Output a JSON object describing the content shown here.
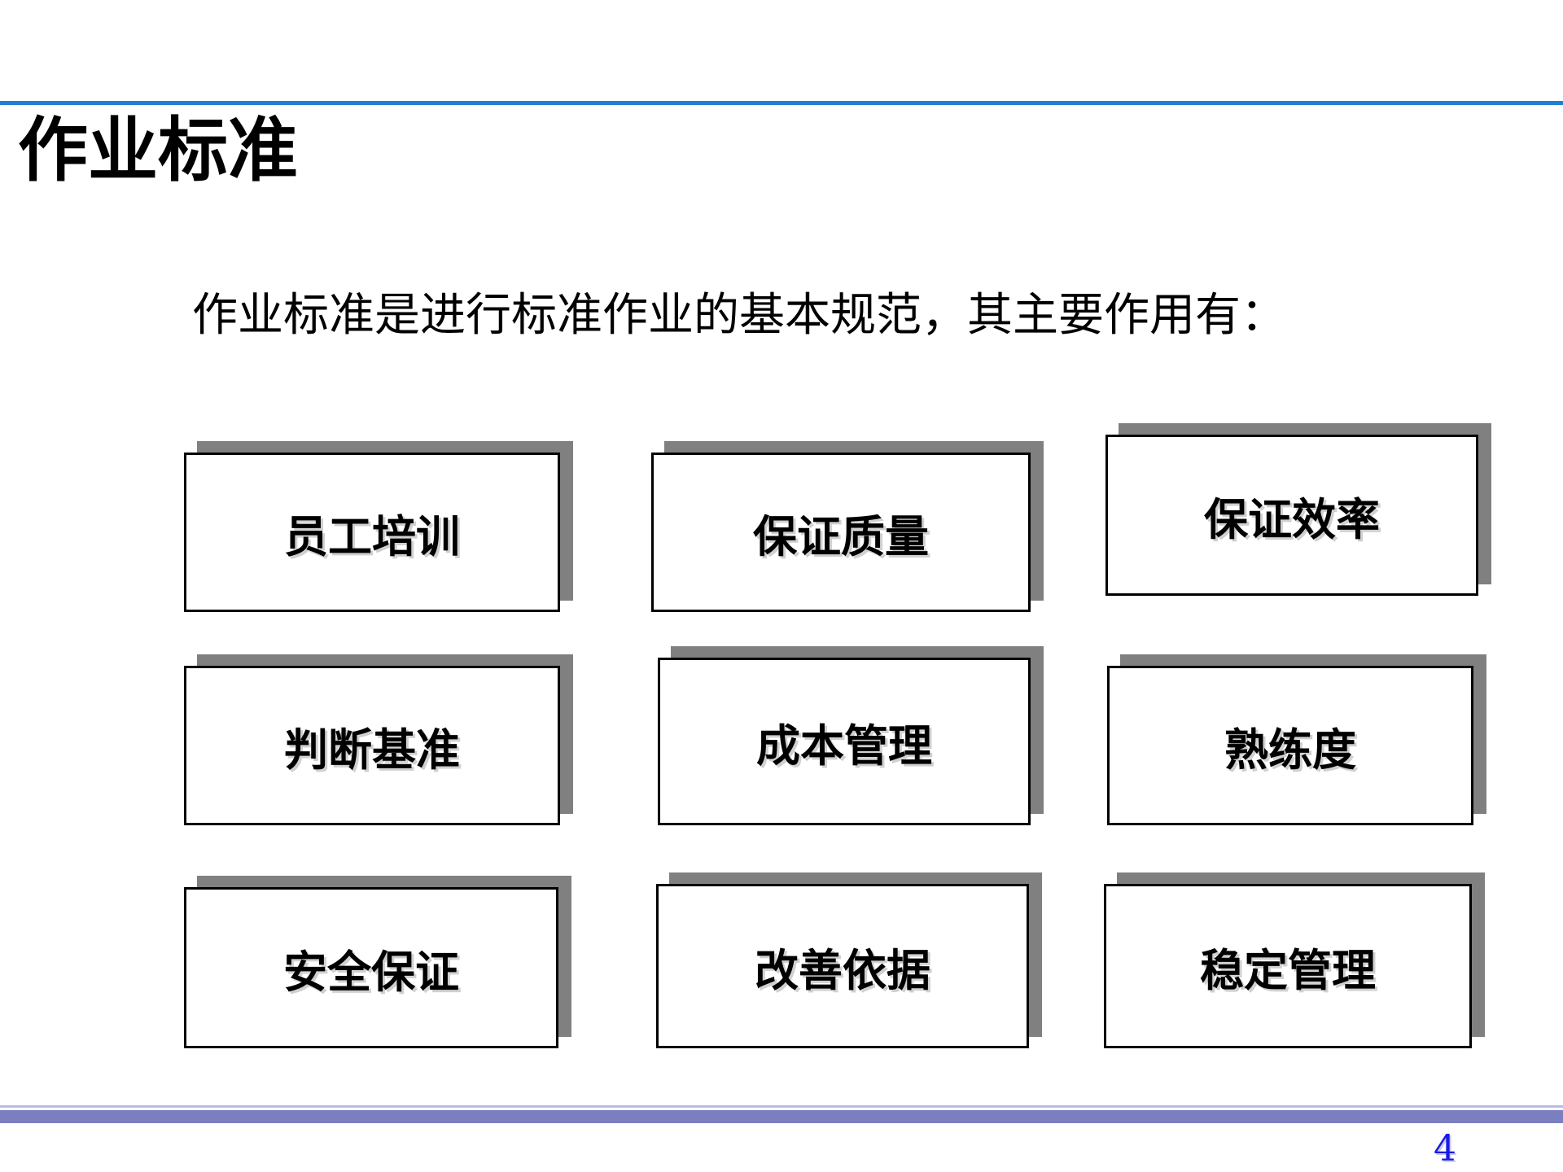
{
  "slide": {
    "title": "作业标准",
    "subtitle": "作业标准是进行标准作业的基本规范，其主要作用有：",
    "page_number": "4",
    "accent_color_top": "#1f7fd0",
    "accent_color_footer": "#7b7fc0",
    "page_number_color": "#1a1ae6",
    "box_shadow_color": "#808080",
    "box_border_color": "#000000",
    "box_fill_color": "#ffffff"
  },
  "boxes": [
    {
      "id": "employee-training",
      "label": "员工培训"
    },
    {
      "id": "ensure-quality",
      "label": "保证质量"
    },
    {
      "id": "ensure-efficiency",
      "label": "保证效率"
    },
    {
      "id": "judgement-basis",
      "label": "判断基准"
    },
    {
      "id": "cost-management",
      "label": "成本管理"
    },
    {
      "id": "proficiency",
      "label": "熟练度"
    },
    {
      "id": "safety-assurance",
      "label": "安全保证"
    },
    {
      "id": "improvement-basis",
      "label": "改善依据"
    },
    {
      "id": "stable-management",
      "label": "稳定管理"
    }
  ]
}
